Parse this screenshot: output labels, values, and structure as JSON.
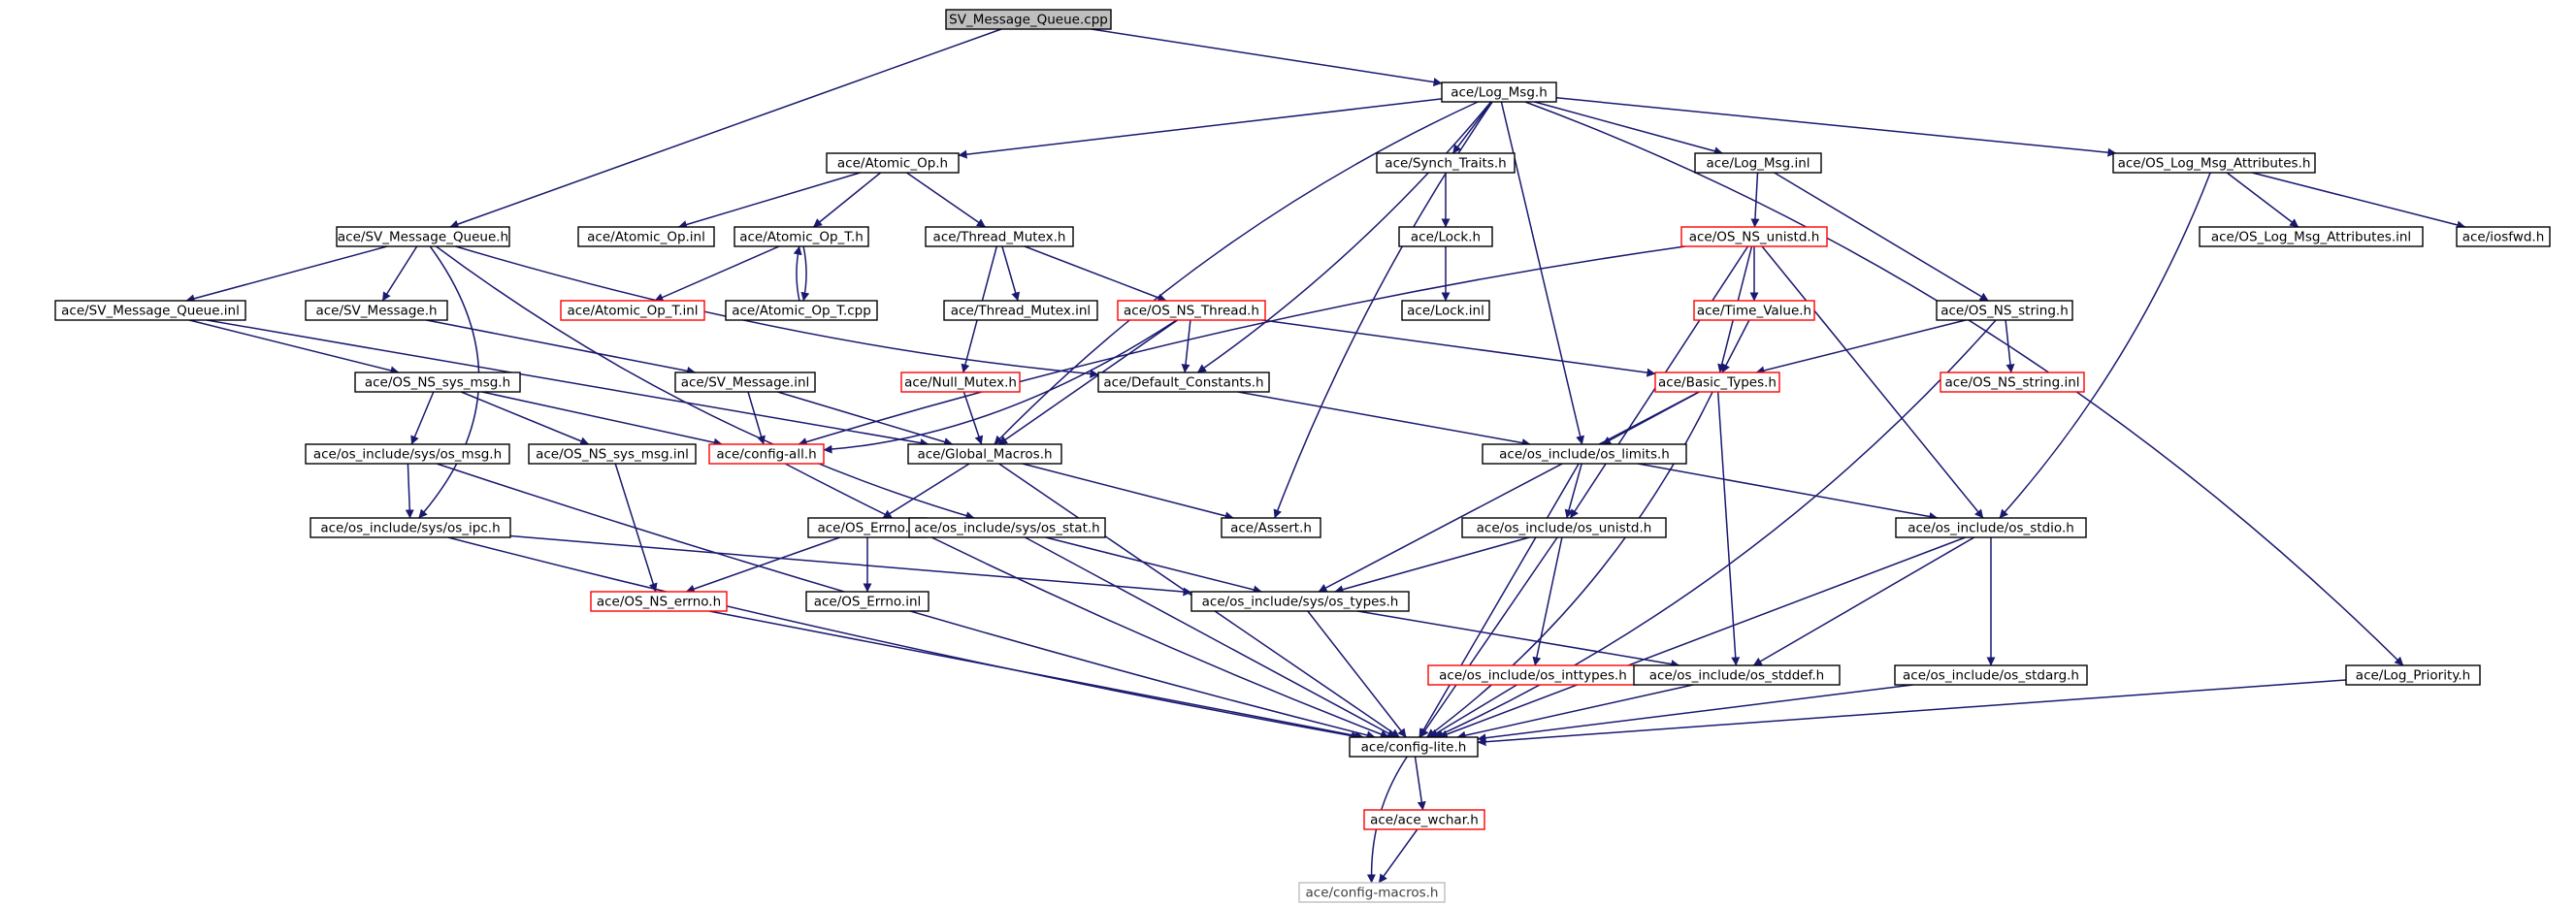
{
  "colors": {
    "edge": "#191970",
    "border_normal": "#000000",
    "border_truncated": "#ff0000",
    "border_external": "#bfbfbf",
    "fill_root": "#bfbfbf",
    "fill_normal": "#ffffff",
    "text_normal": "#000000",
    "text_external": "#404040"
  },
  "nodes": [
    {
      "id": "sv_mq_cpp",
      "label": "SV_Message_Queue.cpp",
      "style": "root"
    },
    {
      "id": "log_msg_h",
      "label": "ace/Log_Msg.h",
      "style": "normal"
    },
    {
      "id": "atomic_op_h",
      "label": "ace/Atomic_Op.h",
      "style": "normal"
    },
    {
      "id": "synch_traits_h",
      "label": "ace/Synch_Traits.h",
      "style": "normal"
    },
    {
      "id": "log_msg_inl",
      "label": "ace/Log_Msg.inl",
      "style": "normal"
    },
    {
      "id": "os_log_attr_h",
      "label": "ace/OS_Log_Msg_Attributes.h",
      "style": "normal"
    },
    {
      "id": "sv_mq_h",
      "label": "ace/SV_Message_Queue.h",
      "style": "normal"
    },
    {
      "id": "atomic_op_inl",
      "label": "ace/Atomic_Op.inl",
      "style": "normal"
    },
    {
      "id": "atomic_op_t_h",
      "label": "ace/Atomic_Op_T.h",
      "style": "normal"
    },
    {
      "id": "thread_mutex_h",
      "label": "ace/Thread_Mutex.h",
      "style": "normal"
    },
    {
      "id": "lock_h",
      "label": "ace/Lock.h",
      "style": "normal"
    },
    {
      "id": "os_ns_unistd_h",
      "label": "ace/OS_NS_unistd.h",
      "style": "truncated"
    },
    {
      "id": "os_log_attr_inl",
      "label": "ace/OS_Log_Msg_Attributes.inl",
      "style": "normal"
    },
    {
      "id": "iosfwd_h",
      "label": "ace/iosfwd.h",
      "style": "normal"
    },
    {
      "id": "sv_mq_inl",
      "label": "ace/SV_Message_Queue.inl",
      "style": "normal"
    },
    {
      "id": "sv_message_h",
      "label": "ace/SV_Message.h",
      "style": "normal"
    },
    {
      "id": "atomic_op_t_inl",
      "label": "ace/Atomic_Op_T.inl",
      "style": "truncated"
    },
    {
      "id": "atomic_op_t_cpp",
      "label": "ace/Atomic_Op_T.cpp",
      "style": "normal"
    },
    {
      "id": "thread_mutex_inl",
      "label": "ace/Thread_Mutex.inl",
      "style": "normal"
    },
    {
      "id": "os_ns_thread_h",
      "label": "ace/OS_NS_Thread.h",
      "style": "truncated"
    },
    {
      "id": "lock_inl",
      "label": "ace/Lock.inl",
      "style": "normal"
    },
    {
      "id": "time_value_h",
      "label": "ace/Time_Value.h",
      "style": "truncated"
    },
    {
      "id": "os_ns_string_h",
      "label": "ace/OS_NS_string.h",
      "style": "normal"
    },
    {
      "id": "os_ns_sys_msg_h",
      "label": "ace/OS_NS_sys_msg.h",
      "style": "normal"
    },
    {
      "id": "sv_message_inl",
      "label": "ace/SV_Message.inl",
      "style": "normal"
    },
    {
      "id": "null_mutex_h",
      "label": "ace/Null_Mutex.h",
      "style": "truncated"
    },
    {
      "id": "default_constants_h",
      "label": "ace/Default_Constants.h",
      "style": "normal"
    },
    {
      "id": "basic_types_h",
      "label": "ace/Basic_Types.h",
      "style": "truncated"
    },
    {
      "id": "os_ns_string_inl",
      "label": "ace/OS_NS_string.inl",
      "style": "truncated"
    },
    {
      "id": "os_sys_os_msg_h",
      "label": "ace/os_include/sys/os_msg.h",
      "style": "normal"
    },
    {
      "id": "os_ns_sys_msg_inl",
      "label": "ace/OS_NS_sys_msg.inl",
      "style": "normal"
    },
    {
      "id": "config_all_h",
      "label": "ace/config-all.h",
      "style": "truncated"
    },
    {
      "id": "global_macros_h",
      "label": "ace/Global_Macros.h",
      "style": "normal"
    },
    {
      "id": "os_limits_h",
      "label": "ace/os_include/os_limits.h",
      "style": "normal"
    },
    {
      "id": "os_sys_os_ipc_h",
      "label": "ace/os_include/sys/os_ipc.h",
      "style": "normal"
    },
    {
      "id": "os_errno_h",
      "label": "ace/OS_Errno.h",
      "style": "normal"
    },
    {
      "id": "os_sys_os_stat_h",
      "label": "ace/os_include/sys/os_stat.h",
      "style": "normal"
    },
    {
      "id": "assert_h",
      "label": "ace/Assert.h",
      "style": "normal"
    },
    {
      "id": "os_unistd_h",
      "label": "ace/os_include/os_unistd.h",
      "style": "normal"
    },
    {
      "id": "os_stdio_h",
      "label": "ace/os_include/os_stdio.h",
      "style": "normal"
    },
    {
      "id": "os_ns_errno_h",
      "label": "ace/OS_NS_errno.h",
      "style": "truncated"
    },
    {
      "id": "os_errno_inl",
      "label": "ace/OS_Errno.inl",
      "style": "normal"
    },
    {
      "id": "os_sys_os_types_h",
      "label": "ace/os_include/sys/os_types.h",
      "style": "normal"
    },
    {
      "id": "os_inttypes_h",
      "label": "ace/os_include/os_inttypes.h",
      "style": "truncated"
    },
    {
      "id": "os_stddef_h",
      "label": "ace/os_include/os_stddef.h",
      "style": "normal"
    },
    {
      "id": "os_stdarg_h",
      "label": "ace/os_include/os_stdarg.h",
      "style": "normal"
    },
    {
      "id": "log_priority_h",
      "label": "ace/Log_Priority.h",
      "style": "normal"
    },
    {
      "id": "config_lite_h",
      "label": "ace/config-lite.h",
      "style": "normal"
    },
    {
      "id": "ace_wchar_h",
      "label": "ace/ace_wchar.h",
      "style": "truncated"
    },
    {
      "id": "config_macros_h",
      "label": "ace/config-macros.h",
      "style": "external"
    }
  ],
  "edges": [
    [
      "sv_mq_cpp",
      "log_msg_h"
    ],
    [
      "sv_mq_cpp",
      "sv_mq_h"
    ],
    [
      "log_msg_h",
      "atomic_op_h"
    ],
    [
      "log_msg_h",
      "synch_traits_h"
    ],
    [
      "log_msg_h",
      "log_msg_inl"
    ],
    [
      "log_msg_h",
      "os_log_attr_h"
    ],
    [
      "log_msg_h",
      "default_constants_h"
    ],
    [
      "log_msg_h",
      "global_macros_h"
    ],
    [
      "log_msg_h",
      "assert_h"
    ],
    [
      "log_msg_h",
      "os_limits_h"
    ],
    [
      "log_msg_h",
      "log_priority_h"
    ],
    [
      "atomic_op_h",
      "atomic_op_inl"
    ],
    [
      "atomic_op_h",
      "atomic_op_t_h"
    ],
    [
      "atomic_op_h",
      "thread_mutex_h"
    ],
    [
      "atomic_op_t_h",
      "atomic_op_t_inl"
    ],
    [
      "atomic_op_t_h",
      "atomic_op_t_cpp"
    ],
    [
      "atomic_op_t_cpp",
      "atomic_op_t_h"
    ],
    [
      "thread_mutex_h",
      "thread_mutex_inl"
    ],
    [
      "thread_mutex_h",
      "os_ns_thread_h"
    ],
    [
      "thread_mutex_h",
      "null_mutex_h"
    ],
    [
      "synch_traits_h",
      "lock_h"
    ],
    [
      "lock_h",
      "lock_inl"
    ],
    [
      "log_msg_inl",
      "os_ns_unistd_h"
    ],
    [
      "log_msg_inl",
      "os_ns_string_h"
    ],
    [
      "os_log_attr_h",
      "os_log_attr_inl"
    ],
    [
      "os_log_attr_h",
      "iosfwd_h"
    ],
    [
      "os_log_attr_h",
      "os_stdio_h"
    ],
    [
      "os_ns_unistd_h",
      "time_value_h"
    ],
    [
      "os_ns_unistd_h",
      "basic_types_h"
    ],
    [
      "os_ns_unistd_h",
      "config_all_h"
    ],
    [
      "os_ns_unistd_h",
      "os_unistd_h"
    ],
    [
      "os_ns_unistd_h",
      "os_stdio_h"
    ],
    [
      "time_value_h",
      "basic_types_h"
    ],
    [
      "os_ns_string_h",
      "basic_types_h"
    ],
    [
      "os_ns_string_h",
      "os_ns_string_inl"
    ],
    [
      "os_ns_string_h",
      "config_lite_h"
    ],
    [
      "sv_mq_h",
      "sv_mq_inl"
    ],
    [
      "sv_mq_h",
      "sv_message_h"
    ],
    [
      "sv_mq_h",
      "default_constants_h"
    ],
    [
      "sv_mq_h",
      "os_sys_os_stat_h"
    ],
    [
      "sv_mq_h",
      "os_sys_os_ipc_h"
    ],
    [
      "sv_mq_inl",
      "os_ns_sys_msg_h"
    ],
    [
      "sv_mq_inl",
      "global_macros_h"
    ],
    [
      "sv_message_h",
      "sv_message_inl"
    ],
    [
      "sv_message_inl",
      "config_all_h"
    ],
    [
      "sv_message_inl",
      "global_macros_h"
    ],
    [
      "os_ns_thread_h",
      "default_constants_h"
    ],
    [
      "os_ns_thread_h",
      "global_macros_h"
    ],
    [
      "os_ns_thread_h",
      "config_all_h"
    ],
    [
      "os_ns_thread_h",
      "basic_types_h"
    ],
    [
      "null_mutex_h",
      "global_macros_h"
    ],
    [
      "default_constants_h",
      "os_limits_h"
    ],
    [
      "basic_types_h",
      "os_limits_h"
    ],
    [
      "basic_types_h",
      "os_sys_os_types_h"
    ],
    [
      "basic_types_h",
      "os_stddef_h"
    ],
    [
      "basic_types_h",
      "config_lite_h"
    ],
    [
      "os_ns_sys_msg_h",
      "os_sys_os_msg_h"
    ],
    [
      "os_ns_sys_msg_h",
      "os_ns_sys_msg_inl"
    ],
    [
      "os_ns_sys_msg_h",
      "config_all_h"
    ],
    [
      "os_sys_os_msg_h",
      "os_sys_os_ipc_h"
    ],
    [
      "os_sys_os_msg_h",
      "config_lite_h"
    ],
    [
      "os_ns_sys_msg_inl",
      "os_ns_errno_h"
    ],
    [
      "config_all_h",
      "config_lite_h"
    ],
    [
      "global_macros_h",
      "os_errno_h"
    ],
    [
      "global_macros_h",
      "assert_h"
    ],
    [
      "global_macros_h",
      "config_lite_h"
    ],
    [
      "os_limits_h",
      "os_unistd_h"
    ],
    [
      "os_limits_h",
      "os_stdio_h"
    ],
    [
      "os_limits_h",
      "config_lite_h"
    ],
    [
      "os_sys_os_ipc_h",
      "os_sys_os_types_h"
    ],
    [
      "os_sys_os_ipc_h",
      "config_lite_h"
    ],
    [
      "os_errno_h",
      "os_ns_errno_h"
    ],
    [
      "os_errno_h",
      "os_errno_inl"
    ],
    [
      "os_sys_os_stat_h",
      "os_sys_os_types_h"
    ],
    [
      "os_sys_os_stat_h",
      "config_lite_h"
    ],
    [
      "os_unistd_h",
      "os_sys_os_types_h"
    ],
    [
      "os_unistd_h",
      "os_inttypes_h"
    ],
    [
      "os_unistd_h",
      "config_lite_h"
    ],
    [
      "os_stdio_h",
      "os_stddef_h"
    ],
    [
      "os_stdio_h",
      "os_stdarg_h"
    ],
    [
      "os_stdio_h",
      "config_lite_h"
    ],
    [
      "os_ns_errno_h",
      "config_lite_h"
    ],
    [
      "os_sys_os_types_h",
      "os_stddef_h"
    ],
    [
      "os_sys_os_types_h",
      "config_lite_h"
    ],
    [
      "os_inttypes_h",
      "config_lite_h"
    ],
    [
      "os_stddef_h",
      "config_lite_h"
    ],
    [
      "os_stdarg_h",
      "config_lite_h"
    ],
    [
      "log_priority_h",
      "config_lite_h"
    ],
    [
      "config_lite_h",
      "ace_wchar_h"
    ],
    [
      "config_lite_h",
      "config_macros_h"
    ],
    [
      "ace_wchar_h",
      "config_macros_h"
    ]
  ]
}
